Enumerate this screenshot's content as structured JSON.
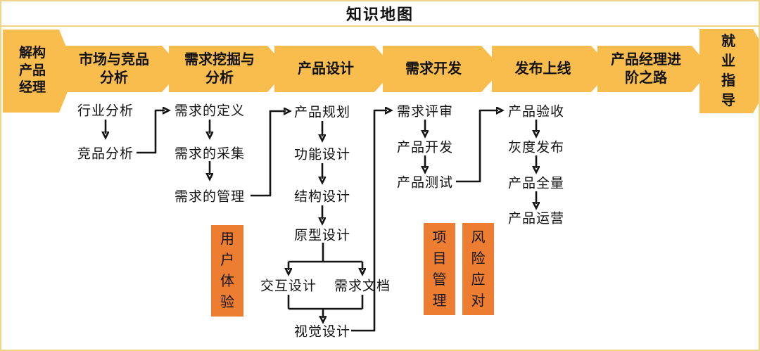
{
  "title": "知识地图",
  "colors": {
    "chevron": "#F8BD4D",
    "side_box": "#ED7D31",
    "frame": "#F2D488",
    "ink": "#141414"
  },
  "stages": [
    {
      "label": "解构产品经理"
    },
    {
      "label": "市场与竞品分析"
    },
    {
      "label": "需求挖掘与分析"
    },
    {
      "label": "产品设计"
    },
    {
      "label": "需求开发"
    },
    {
      "label": "发布上线"
    },
    {
      "label": "产品经理进阶之路"
    },
    {
      "label": "就业指导"
    }
  ],
  "nodes": {
    "market": [
      "行业分析",
      "竞品分析"
    ],
    "mining": [
      "需求的定义",
      "需求的采集",
      "需求的管理"
    ],
    "design": [
      "产品规划",
      "功能设计",
      "结构设计",
      "原型设计",
      "交互设计",
      "需求文档",
      "视觉设计"
    ],
    "develop": [
      "需求评审",
      "产品开发",
      "产品测试"
    ],
    "launch": [
      "产品验收",
      "灰度发布",
      "产品全量",
      "产品运营"
    ]
  },
  "side_boxes": [
    "用户体验",
    "项目管理",
    "风险应对"
  ]
}
